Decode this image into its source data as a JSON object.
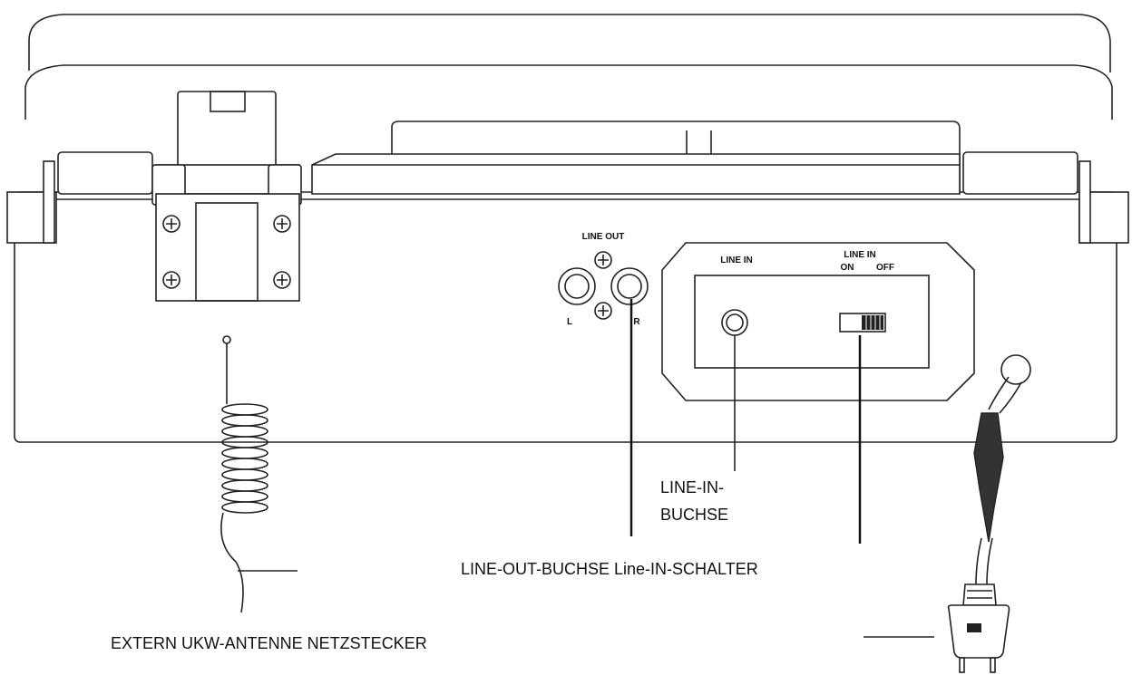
{
  "device": {
    "line_out_title": "LINE OUT",
    "line_out_left": "L",
    "line_out_right": "R",
    "line_in_title": "LINE IN",
    "switch_title": "LINE IN",
    "switch_on": "ON",
    "switch_off": "OFF"
  },
  "callouts": {
    "line_in_jack_1": "LINE-IN-",
    "line_in_jack_2": "BUCHSE",
    "bottom_middle": "LINE-OUT-BUCHSE Line-IN-SCHALTER",
    "bottom_left": "EXTERN UKW-ANTENNE NETZSTECKER"
  }
}
